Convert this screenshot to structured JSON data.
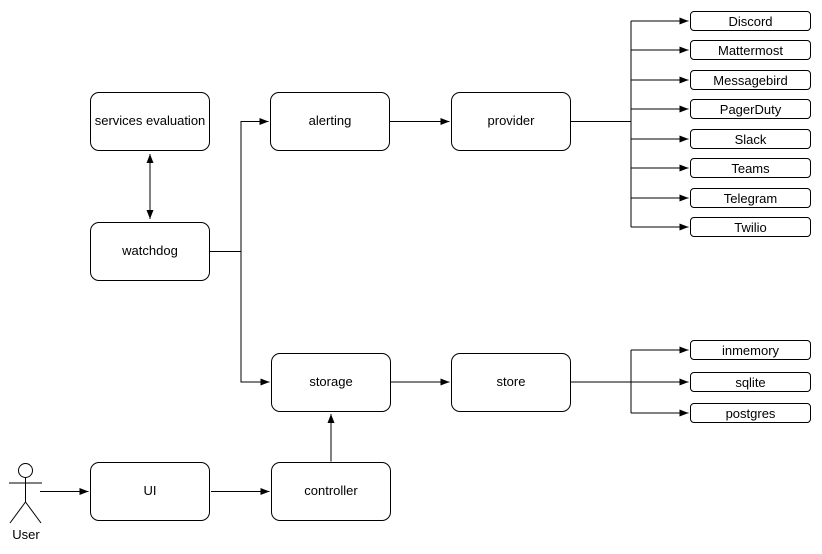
{
  "diagram": {
    "background_color": "#ffffff",
    "stroke_color": "#000000",
    "node_fill_color": "#ffffff",
    "nodes": {
      "services_evaluation": "services evaluation",
      "watchdog": "watchdog",
      "alerting": "alerting",
      "provider": "provider",
      "storage": "storage",
      "store": "store",
      "ui": "UI",
      "controller": "controller"
    },
    "providers": [
      "Discord",
      "Mattermost",
      "Messagebird",
      "PagerDuty",
      "Slack",
      "Teams",
      "Telegram",
      "Twilio"
    ],
    "stores": [
      "inmemory",
      "sqlite",
      "postgres"
    ],
    "actor": {
      "label": "User"
    }
  }
}
